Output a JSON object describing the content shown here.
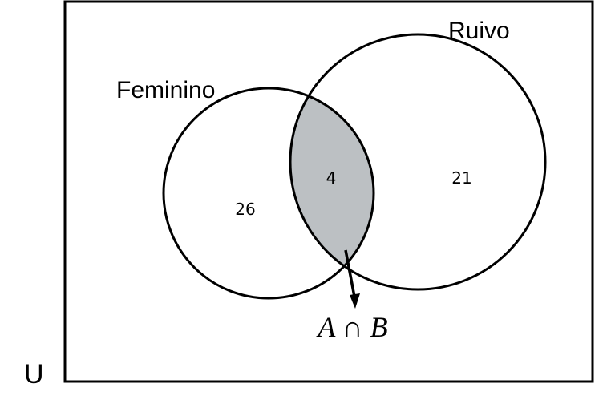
{
  "diagram": {
    "universe": {
      "label": "U"
    },
    "sets": {
      "a": {
        "label": "Feminino"
      },
      "b": {
        "label": "Ruivo"
      }
    },
    "regions": {
      "only_a": "26",
      "intersection": "4",
      "only_b": "21"
    },
    "callout": {
      "label": "A ∩ B"
    },
    "colors": {
      "intersection_fill": "#BCC0C3",
      "stroke": "#000000",
      "background": "#FFFFFF"
    }
  }
}
